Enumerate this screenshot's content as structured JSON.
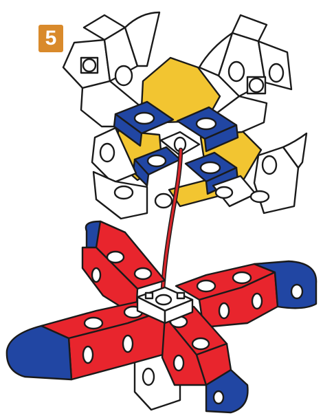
{
  "step": {
    "number": "5"
  },
  "colors": {
    "badge": "#d98a2b",
    "yellow": "#f2c531",
    "blue": "#2146a3",
    "red": "#e8252d",
    "white": "#ffffff",
    "cable": "#d7262b",
    "outline": "#1a1a1a"
  },
  "icons": {
    "upper_assembly": "yellow-blue-white-cube-assembly",
    "lower_assembly": "red-blue-cross-cube-assembly",
    "cable": "red-cable",
    "connector": "connector-icon"
  }
}
